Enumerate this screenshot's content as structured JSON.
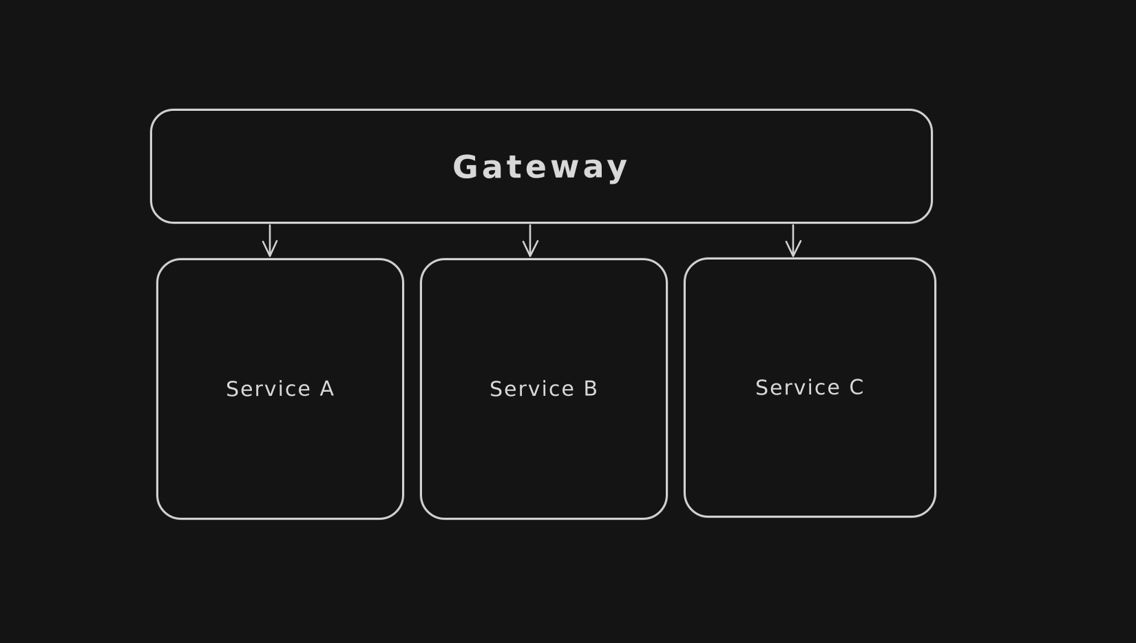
{
  "diagram": {
    "type": "flowchart",
    "background_color": "#141414",
    "stroke_color": "#d2d2d2",
    "text_color": "#d8d8d8",
    "nodes": [
      {
        "id": "gateway",
        "label": "Gateway"
      },
      {
        "id": "service-a",
        "label": "Service A"
      },
      {
        "id": "service-b",
        "label": "Service B"
      },
      {
        "id": "service-c",
        "label": "Service C"
      }
    ],
    "edges": [
      {
        "from": "gateway",
        "to": "service-a",
        "arrowhead": "arrow"
      },
      {
        "from": "gateway",
        "to": "service-b",
        "arrowhead": "arrow"
      },
      {
        "from": "gateway",
        "to": "service-c",
        "arrowhead": "arrow"
      }
    ]
  }
}
